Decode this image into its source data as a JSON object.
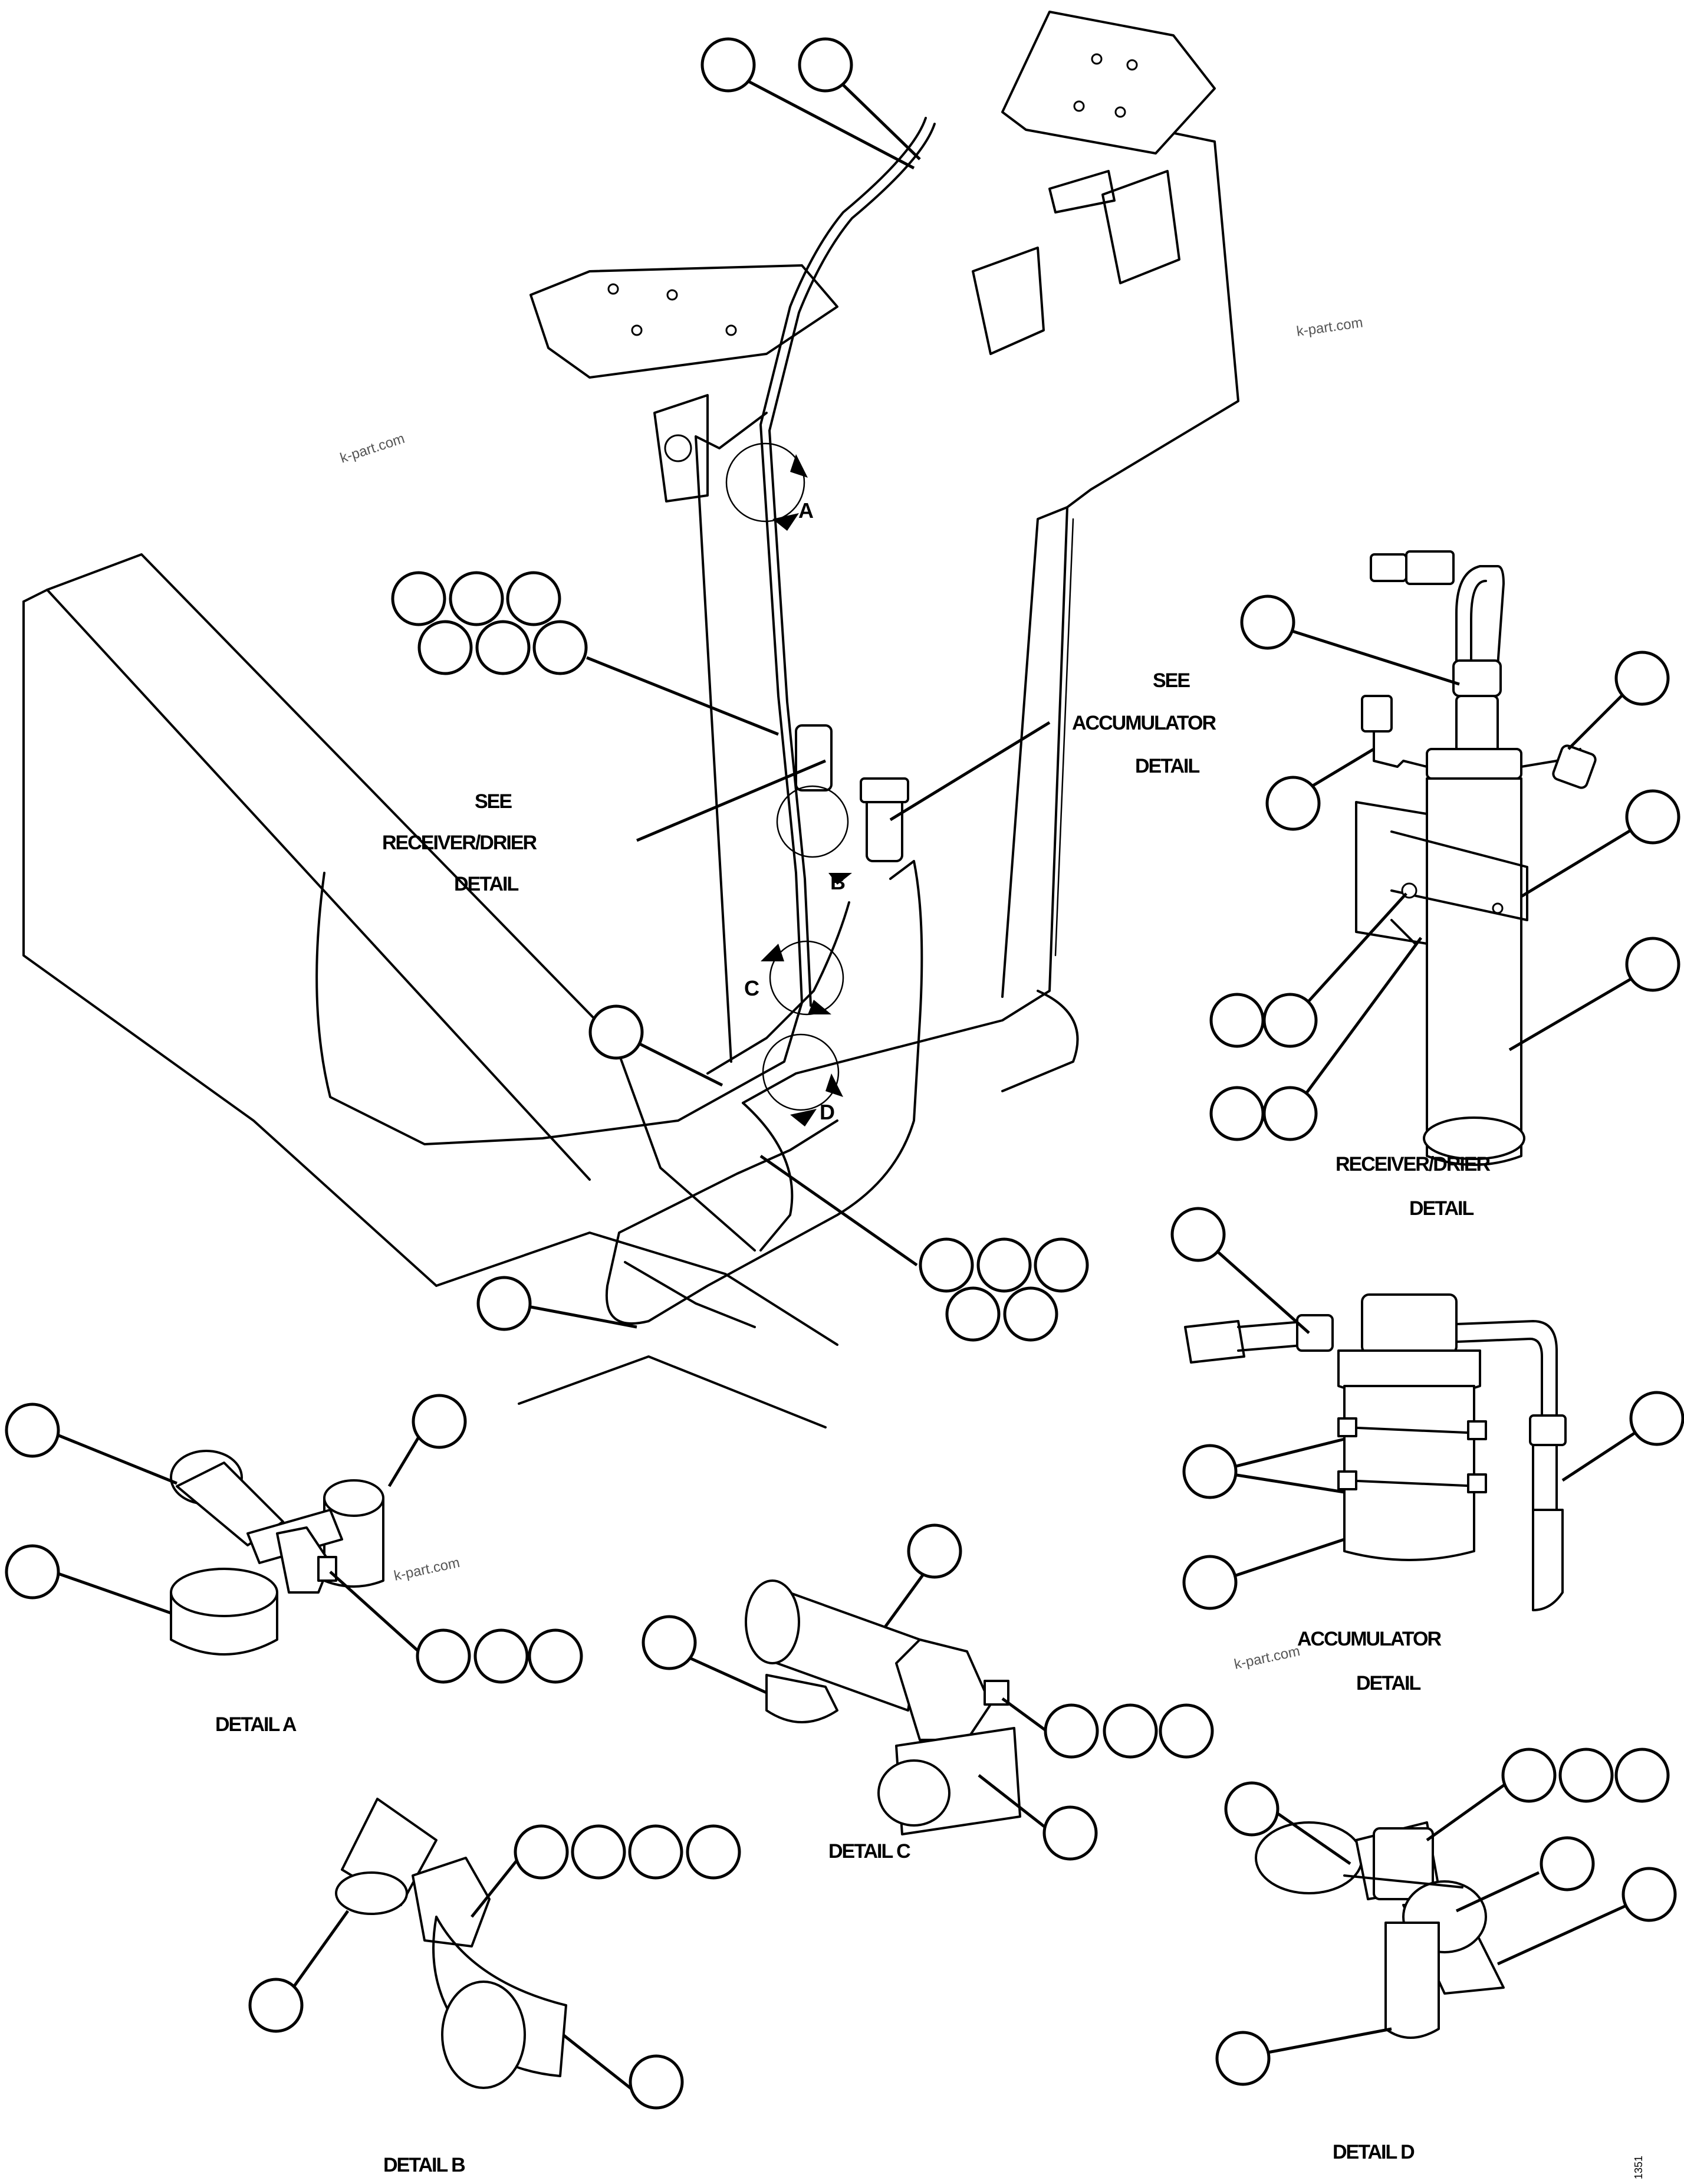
{
  "labels": {
    "see_receiver": [
      "SEE",
      "RECEIVER/DRIER",
      "DETAIL"
    ],
    "see_accumulator": [
      "SEE",
      "ACCUMULATOR",
      "DETAIL"
    ],
    "receiver_detail": [
      "RECEIVER/DRIER",
      "DETAIL"
    ],
    "accumulator_detail": [
      "ACCUMULATOR",
      "DETAIL"
    ],
    "detail_a": "DETAIL A",
    "detail_b": "DETAIL B",
    "detail_c": "DETAIL C",
    "detail_d": "DETAIL D"
  },
  "detail_letters": [
    "A",
    "B",
    "C",
    "D"
  ],
  "watermark": "k-part.com",
  "figure_ref": "1351"
}
